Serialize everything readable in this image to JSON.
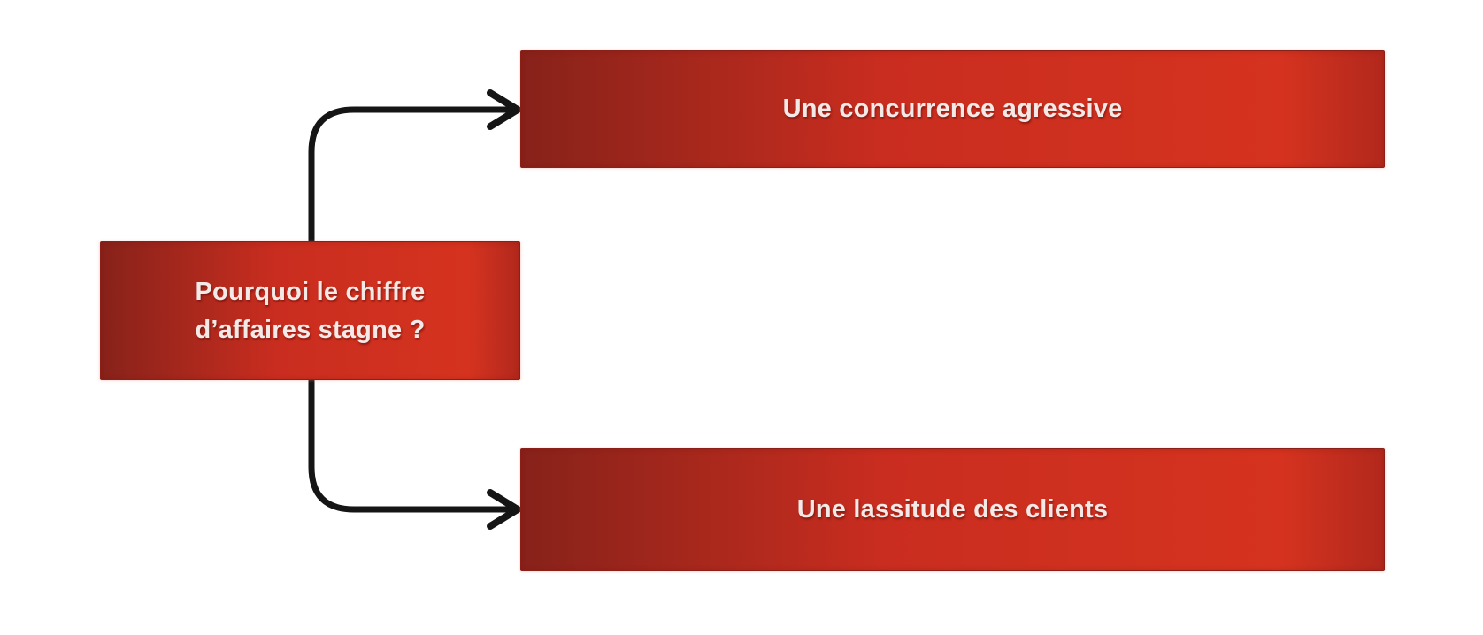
{
  "question": {
    "line1": "Pourquoi le chiffre",
    "line2": "d’affaires stagne ?"
  },
  "causes": [
    {
      "label": "Une concurrence agressive"
    },
    {
      "label": "Une lassitude des clients"
    }
  ],
  "colors": {
    "background": "#ffffff",
    "box_gradient_dark": "#87221a",
    "box_gradient_mid": "#c92d1f",
    "box_gradient_bright": "#d5331f",
    "box_gradient_edge": "#b2281c",
    "box_border": "#8c2018",
    "text": "#f3e9e7",
    "arrow": "#151515"
  }
}
